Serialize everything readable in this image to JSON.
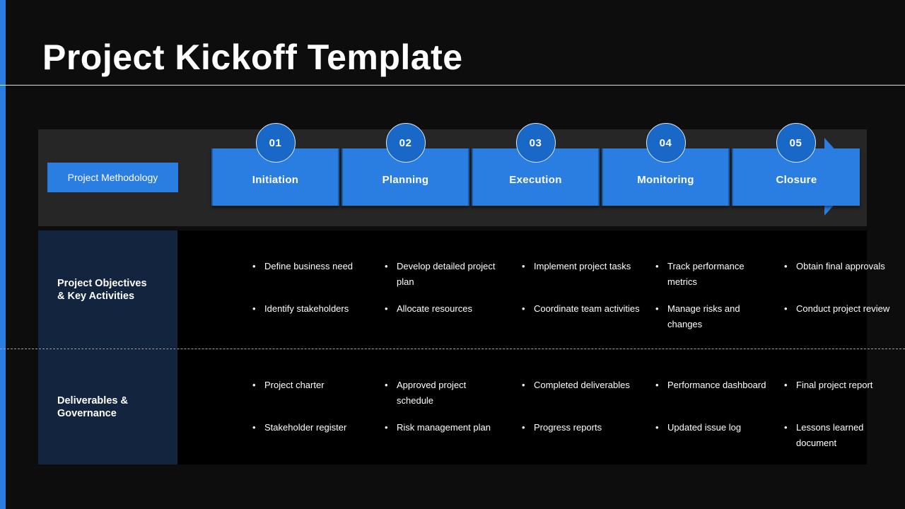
{
  "theme": {
    "page_background": "#0d0d0d",
    "accent_blue": "#2a7de1",
    "circle_blue": "#1968c8",
    "panel_gray": "#262626",
    "panel_black": "#000000",
    "label_navy": "#13243f",
    "text_white": "#ffffff"
  },
  "header": {
    "title": "Project Kickoff Template"
  },
  "methodology": {
    "label": "Project Methodology",
    "phases": [
      {
        "number": "01",
        "name": "Initiation"
      },
      {
        "number": "02",
        "name": "Planning"
      },
      {
        "number": "03",
        "name": "Execution"
      },
      {
        "number": "04",
        "name": "Monitoring"
      },
      {
        "number": "05",
        "name": "Closure"
      }
    ]
  },
  "rows": [
    {
      "label": "Project Objectives\n& Key Activities",
      "columns": [
        {
          "items": [
            "Define business need",
            "Identify stakeholders"
          ]
        },
        {
          "items": [
            "Develop detailed project plan",
            "Allocate resources"
          ]
        },
        {
          "items": [
            "Implement project tasks",
            "Coordinate team activities"
          ]
        },
        {
          "items": [
            "Track performance metrics",
            "Manage risks and changes"
          ]
        },
        {
          "items": [
            "Obtain final approvals",
            "Conduct project review"
          ]
        }
      ]
    },
    {
      "label": "Deliverables &\nGovernance",
      "columns": [
        {
          "items": [
            "Project charter",
            "Stakeholder register"
          ]
        },
        {
          "items": [
            "Approved project schedule",
            "Risk management plan"
          ]
        },
        {
          "items": [
            "Completed deliverables",
            "Progress reports"
          ]
        },
        {
          "items": [
            "Performance dashboard",
            "Updated issue log"
          ]
        },
        {
          "items": [
            "Final project report",
            "Lessons learned document"
          ]
        }
      ]
    }
  ],
  "bullet_glyph": "•"
}
